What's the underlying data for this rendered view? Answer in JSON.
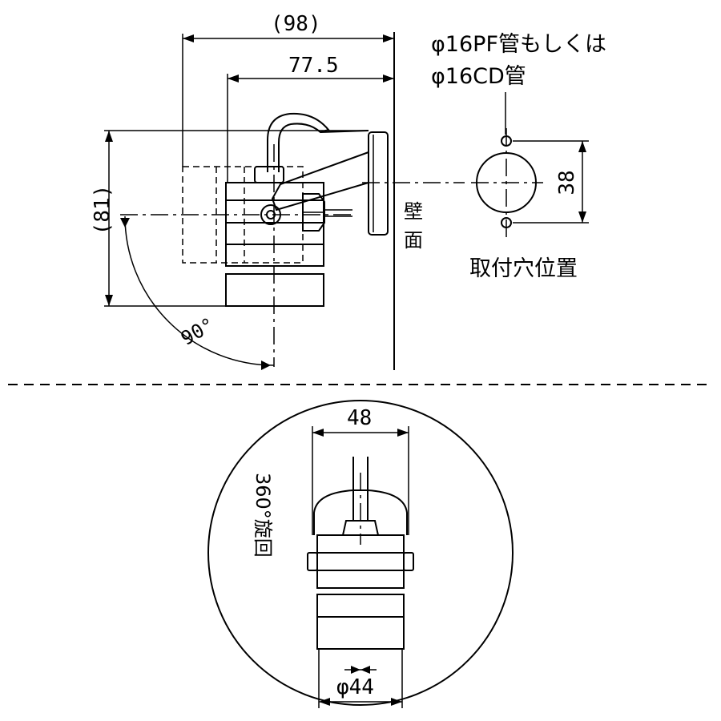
{
  "dimensions": {
    "overall_depth": "(98)",
    "body_depth": "77.5",
    "height": "(81)",
    "mount_hole_pitch": "38",
    "body_width": "48",
    "body_diameter": "φ44"
  },
  "notes": {
    "conduit_line1": "φ16PF管もしくは",
    "conduit_line2": "φ16CD管",
    "wall_char1": "壁",
    "wall_char2": "面",
    "mounting_holes": "取付穴位置",
    "tilt_angle": "90°",
    "rotation": "360°旋回"
  }
}
